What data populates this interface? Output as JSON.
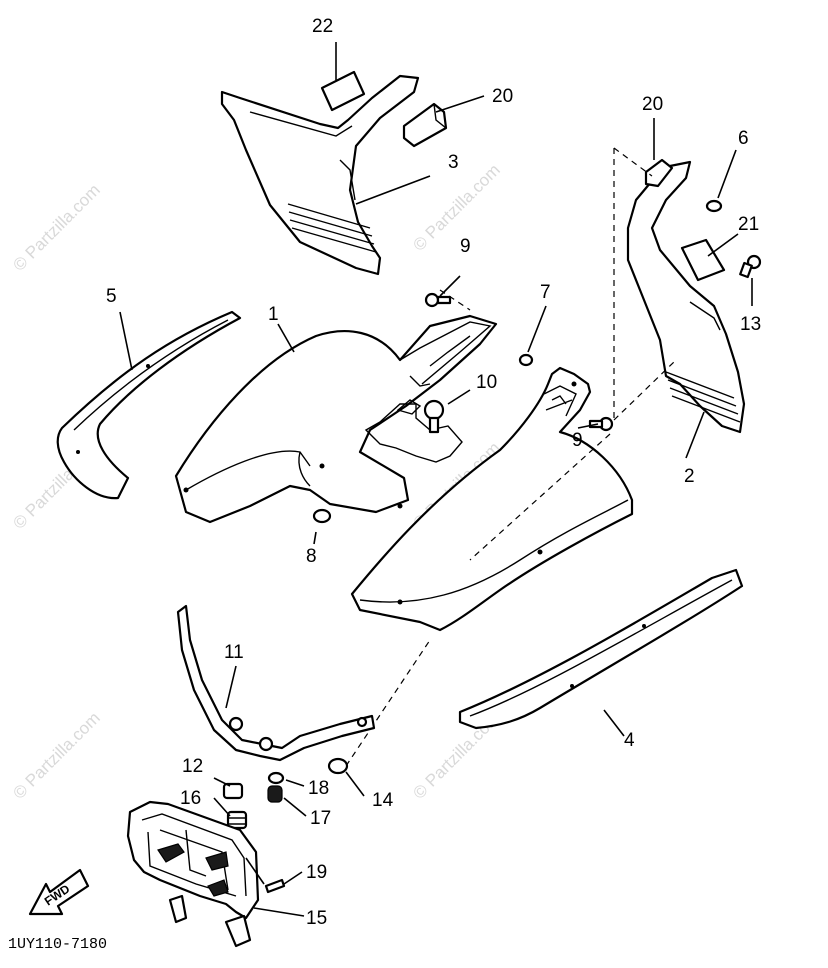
{
  "watermark": "© Partzilla.com",
  "diagram_code": "1UY110-7180",
  "fwd_label": "FWD",
  "callouts": [
    "22",
    "20",
    "3",
    "9",
    "5",
    "1",
    "20",
    "6",
    "21",
    "13",
    "7",
    "10",
    "9",
    "2",
    "8",
    "11",
    "4",
    "12",
    "18",
    "14",
    "16",
    "17",
    "19",
    "15"
  ]
}
